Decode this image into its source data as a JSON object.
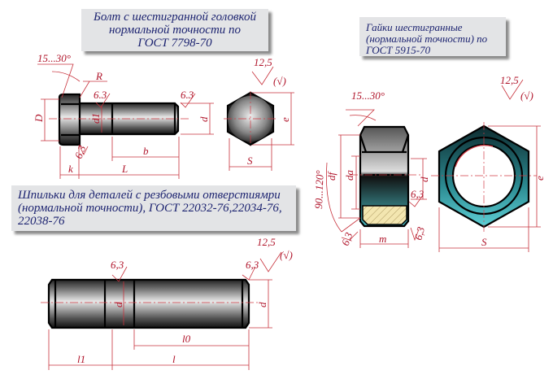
{
  "bolt": {
    "title": [
      "Болт с шестигранной головкой",
      "нормальной точности по",
      "ГОСТ 7798-70"
    ],
    "labels": {
      "angle": "15...30°",
      "radius": "R",
      "head_dia": "D",
      "thread_dia": "d",
      "shank_dia": "d1",
      "head_height": "k",
      "length": "L",
      "thread_len": "b",
      "across_flats": "S",
      "across_corners": "e",
      "rough_shank": "6.3",
      "rough_end": "6.3",
      "rough_head": "6.3",
      "rough_general": "12,5",
      "rough_general_sub": "(√)"
    }
  },
  "nut": {
    "title": [
      "Гайки  шестигранные",
      "(нормальной точности) по",
      "ГОСТ 5915-70"
    ],
    "labels": {
      "angle": "15...30°",
      "cone_angle": "90...120°",
      "df": "df",
      "da": "da",
      "thread_dia": "d",
      "height": "m",
      "across_flats": "S",
      "across_corners": "e",
      "rough_side": "6,3",
      "rough_bottom_left": "6,3",
      "rough_bottom_right": "6,3",
      "rough_general": "12,5",
      "rough_general_sub": "(√)"
    }
  },
  "stud": {
    "title": [
      "Шпильки для деталей с резбовыми отверстиямри",
      "(нормальной точности), ГОСТ 22032-76,22034-76,",
      "22038-76"
    ],
    "labels": {
      "rough_mid": "6,3",
      "rough_end": "6,3",
      "rough_general": "12,5",
      "rough_general_sub": "(√)",
      "dia": "d",
      "mid_dia": "d",
      "l0": "l0",
      "l1": "l1",
      "l": "l"
    }
  },
  "colors": {
    "dimension": "#c8323c",
    "title_text": "#1c2370",
    "title_bg": "#e3e4e6",
    "nut_teal": "#3aa9b0",
    "section": "#f3e6b0"
  }
}
